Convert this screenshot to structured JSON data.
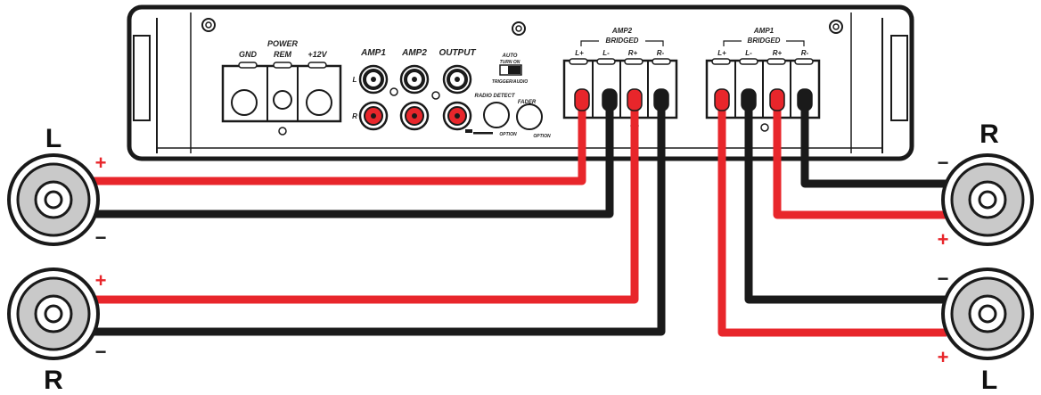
{
  "amplifier": {
    "power": {
      "group_label": "POWER",
      "gnd": "GND",
      "rem": "REM",
      "plus12": "+12V"
    },
    "rca": {
      "amp1": "AMP1",
      "amp2": "AMP2",
      "output": "OUTPUT",
      "left": "L",
      "right": "R"
    },
    "switch": {
      "auto": "AUTO",
      "turn_on": "TURN ON",
      "trigger_audio": "TRIGGER/AUDIO"
    },
    "knobs": {
      "radio_detect": "RADIO DETECT",
      "fader": "FADER",
      "option": "OPTION"
    },
    "amp2_block": {
      "title": "AMP2",
      "bridged": "BRIDGED",
      "terminals": [
        "L+",
        "L-",
        "R+",
        "R-"
      ]
    },
    "amp1_block": {
      "title": "AMP1",
      "bridged": "BRIDGED",
      "terminals": [
        "L+",
        "L-",
        "R+",
        "R-"
      ]
    }
  },
  "speakers": {
    "top_left": {
      "channel": "L",
      "plus": "+",
      "minus": "−"
    },
    "bottom_left": {
      "channel": "R",
      "plus": "+",
      "minus": "−"
    },
    "top_right": {
      "channel": "R",
      "plus": "+",
      "minus": "−"
    },
    "bottom_right": {
      "channel": "L",
      "plus": "+",
      "minus": "−"
    }
  },
  "colors": {
    "positive_wire": "#e8262b",
    "negative_wire": "#1a1a1a",
    "chassis_stroke": "#1a1a1a"
  }
}
